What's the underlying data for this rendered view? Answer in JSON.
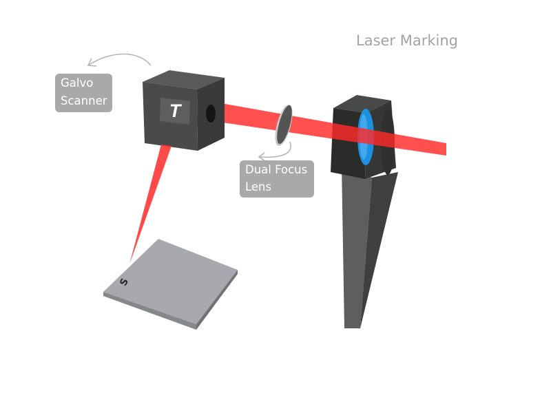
{
  "diagram": {
    "title": "Laser Marking",
    "labels": {
      "galvo_scanner": [
        "Galvo",
        "Scanner"
      ],
      "dual_focus_lens": [
        "Dual Focus",
        "Lens"
      ]
    },
    "scanner_logo": "T",
    "marked_character": "S",
    "colors": {
      "laser_beam": "#ff2a2a",
      "scanner_body": "#4a4a4a",
      "workpiece": "#a7a9ae",
      "lens": "#1e90e0",
      "label_bg": "#a9a9a9",
      "title_text": "#a3a3a3"
    },
    "icons": [
      "curved-arrow-icon",
      "curved-arrow-icon"
    ]
  }
}
